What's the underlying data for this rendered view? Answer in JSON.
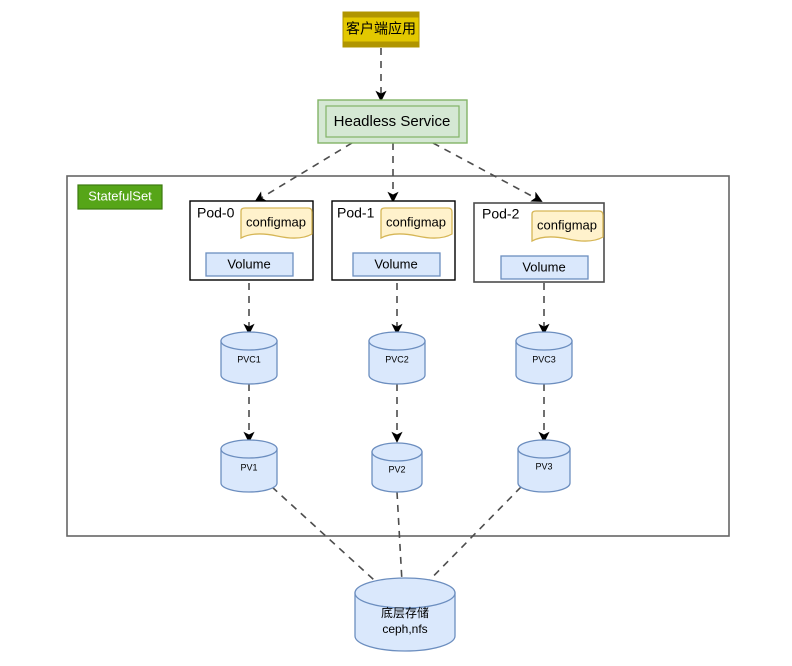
{
  "diagram": {
    "title": "StatefulSet storage architecture",
    "colors": {
      "client_fill": "#e3c800",
      "client_stroke": "#b09500",
      "service_fill": "#d5e8d4",
      "service_stroke": "#82b366",
      "statefulset_fill": "#56a518",
      "statefulset_stroke": "#3d7a10",
      "pod_stroke": "#000000",
      "pod_fill": "#ffffff",
      "configmap_fill": "#fff2cc",
      "configmap_stroke": "#d6b656",
      "volume_fill": "#dae8fc",
      "volume_stroke": "#6c8ebf",
      "cylinder_fill": "#dae8fc",
      "cylinder_stroke": "#6c8ebf",
      "edge_stroke": "#4d4d4d",
      "container_stroke": "#666666"
    },
    "nodes": {
      "client": {
        "label": "客户端应用"
      },
      "service": {
        "label": "Headless Service"
      },
      "statefulset": {
        "label": "StatefulSet"
      },
      "pods": [
        {
          "name": "Pod-0",
          "configmap": "configmap",
          "volume": "Volume"
        },
        {
          "name": "Pod-1",
          "configmap": "configmap",
          "volume": "Volume"
        },
        {
          "name": "Pod-2",
          "configmap": "configmap",
          "volume": "Volume"
        }
      ],
      "pvcs": [
        {
          "label": "PVC1"
        },
        {
          "label": "PVC2"
        },
        {
          "label": "PVC3"
        }
      ],
      "pvs": [
        {
          "label": "PV1"
        },
        {
          "label": "PV2"
        },
        {
          "label": "PV3"
        }
      ],
      "storage": {
        "line1": "底层存储",
        "line2": "ceph,nfs"
      }
    }
  }
}
